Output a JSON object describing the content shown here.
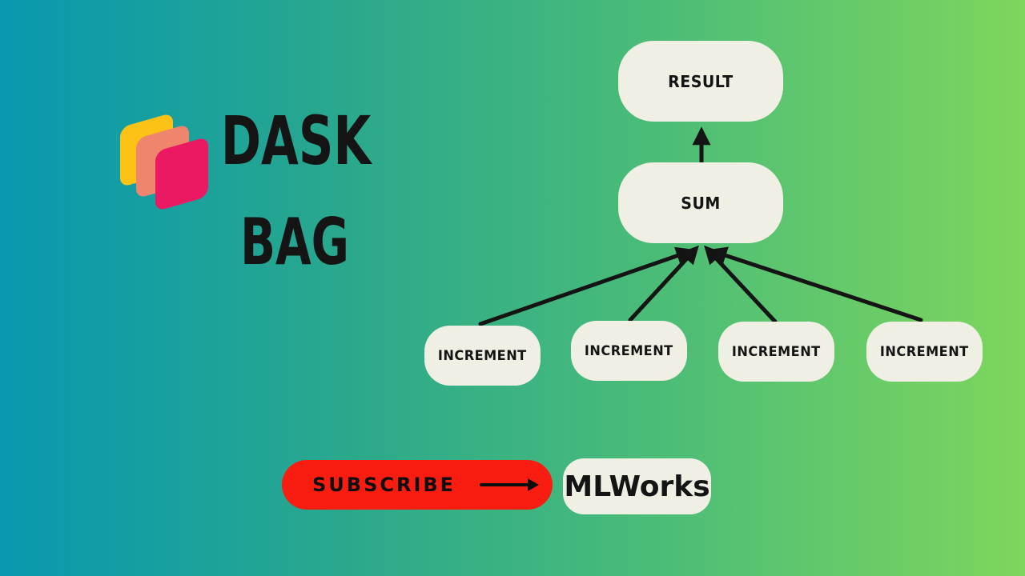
{
  "background": {
    "gradient_left": "#0898b0",
    "gradient_right": "#7ed65c"
  },
  "logo": {
    "name": "dask-logo",
    "layer_colors": {
      "back": "#fdc216",
      "middle": "#f0856e",
      "front": "#eb1862"
    }
  },
  "title": {
    "line1": "DASK",
    "line2": "BAG",
    "color": "#141414"
  },
  "diagram": {
    "box_fill": "#f0efe4",
    "arrow_color": "#141414",
    "result_label": "RESULT",
    "sum_label": "SUM",
    "increment_labels": [
      "INCREMENT",
      "INCREMENT",
      "INCREMENT",
      "INCREMENT"
    ]
  },
  "footer": {
    "subscribe_label": "SUBSCRIBE",
    "subscribe_bg": "#f91c10",
    "channel_name": "MLWorks"
  }
}
